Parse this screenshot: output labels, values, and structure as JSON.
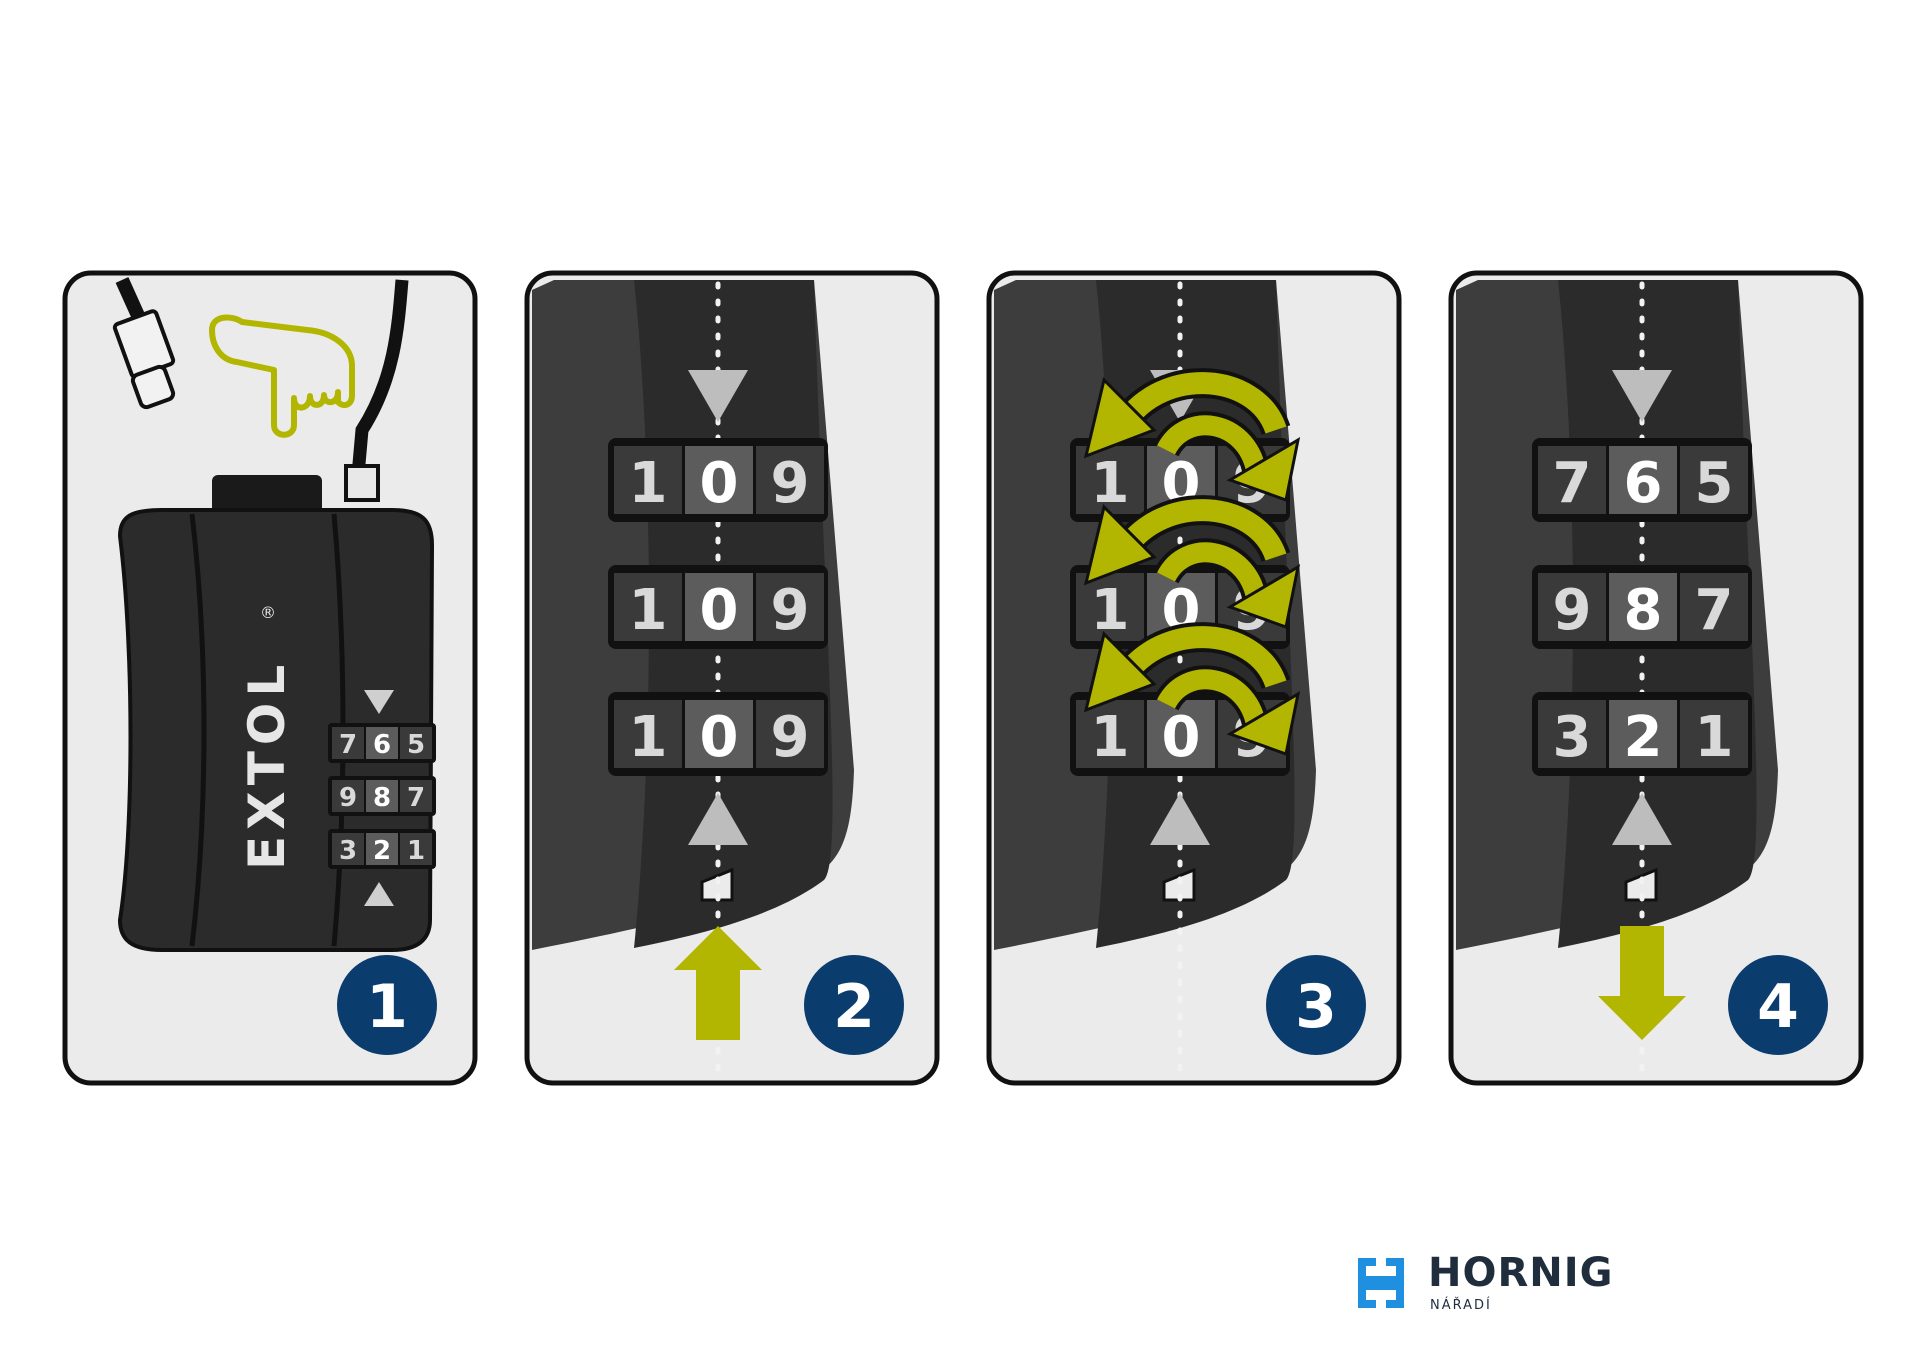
{
  "colors": {
    "panel_bg": "#ebebeb",
    "panel_border": "#111111",
    "device_dark": "#2b2b2b",
    "accent_green": "#b3b600",
    "badge_blue": "#0b3c6e",
    "hornig_blue": "#1f8fe0"
  },
  "panels": [
    {
      "step": "1",
      "brand_text": "EXTOL",
      "brand_mark": "®",
      "rows": [
        [
          "7",
          "6",
          "5"
        ],
        [
          "9",
          "8",
          "7"
        ],
        [
          "3",
          "2",
          "1"
        ]
      ],
      "icons": [
        "pointing-hand-icon",
        "cable-plug-icon"
      ]
    },
    {
      "step": "2",
      "rows": [
        [
          "1",
          "0",
          "9"
        ],
        [
          "1",
          "0",
          "9"
        ],
        [
          "1",
          "0",
          "9"
        ]
      ],
      "icons": [
        "arrow-up-icon"
      ]
    },
    {
      "step": "3",
      "rows": [
        [
          "1",
          "0",
          "9"
        ],
        [
          "1",
          "0",
          "9"
        ],
        [
          "1",
          "0",
          "9"
        ]
      ],
      "icons": [
        "rotate-arrows-icon"
      ]
    },
    {
      "step": "4",
      "rows": [
        [
          "7",
          "6",
          "5"
        ],
        [
          "9",
          "8",
          "7"
        ],
        [
          "3",
          "2",
          "1"
        ]
      ],
      "icons": [
        "arrow-down-icon"
      ]
    }
  ],
  "logo": {
    "name": "HORNIG",
    "subtitle": "NÁŘADÍ"
  }
}
